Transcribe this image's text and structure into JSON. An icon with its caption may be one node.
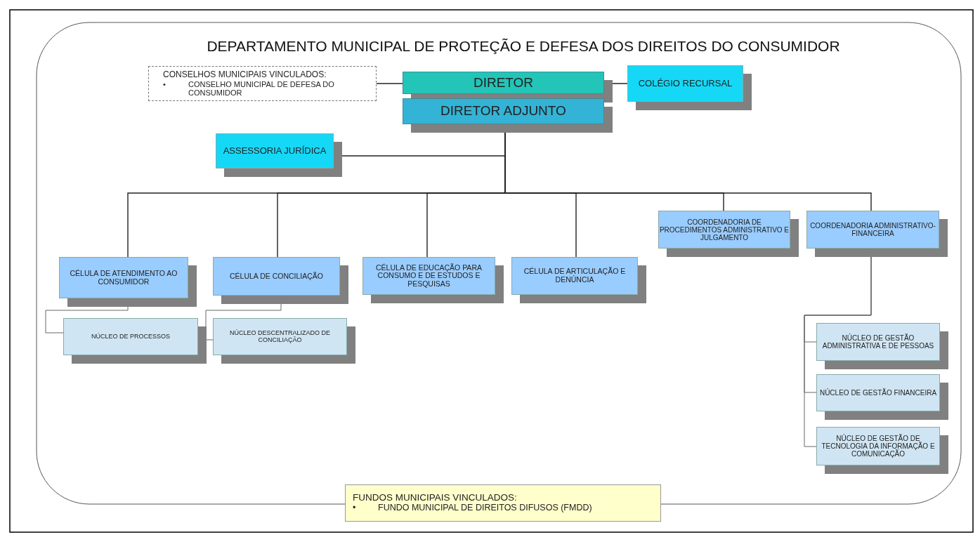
{
  "diagram": {
    "title": "DEPARTAMENTO MUNICIPAL DE PROTEÇÃO E DEFESA DOS DIREITOS DO CONSUMIDOR",
    "nodes": [
      {
        "text": [
          "CONSELHOS MUNICIPAIS VINCULADOS:",
          "•",
          "CONSELHO MUNICIPAL DE DEFESA DO CONSUMIDOR"
        ]
      },
      {
        "text": [
          "DIRETOR"
        ]
      },
      {
        "text": [
          "DIRETOR ADJUNTO"
        ]
      },
      {
        "text": [
          "COLÉGIO RECURSAL"
        ]
      },
      {
        "text": [
          "ASSESSORIA JURÍDICA"
        ]
      },
      {
        "text": [
          "CÉLULA DE ATENDIMENTO AO CONSUMIDOR"
        ]
      },
      {
        "text": [
          "NÚCLEO DE PROCESSOS"
        ]
      },
      {
        "text": [
          "CÉLULA DE CONCILIAÇÃO"
        ]
      },
      {
        "text": [
          "NÚCLEO DESCENTRALIZADO DE CONCILIAÇÃO"
        ]
      },
      {
        "text": [
          "CÉLULA DE EDUCAÇÃO PARA CONSUMO E DE ESTUDOS E PESQUISAS"
        ]
      },
      {
        "text": [
          "CÉLULA DE ARTICULAÇÃO E DENÚNCIA"
        ]
      },
      {
        "text": [
          "COORDENADORIA DE PROCEDIMENTOS ADMINISTRATIVO E JULGAMENTO"
        ]
      },
      {
        "text": [
          "COORDENADORIA ADMINISTRATIVO-FINANCEIRA"
        ]
      },
      {
        "text": [
          "NÚCLEO DE GESTÃO ADMINISTRATIVA E DE PESSOAS"
        ]
      },
      {
        "text": [
          "NÚCLEO DE GESTÃO FINANCEIRA"
        ]
      },
      {
        "text": [
          "NÚCLEO DE GESTÃO DE TECNOLOGIA DA INFORMAÇÃO E COMUNICAÇÃO"
        ]
      },
      {
        "text": [
          "FUNDOS MUNICIPAIS VINCULADOS:",
          "•",
          "FUNDO MUNICIPAL DE DIREITOS DIFUSOS (FMDD)"
        ]
      }
    ],
    "edges": [
      {
        "from": 0,
        "to": 1,
        "arrow": "none"
      },
      {
        "from": 1,
        "to": 3,
        "arrow": "none"
      },
      {
        "from": 2,
        "to": 4,
        "arrow": "none"
      },
      {
        "from": 2,
        "to": 5,
        "arrow": "none"
      },
      {
        "from": 2,
        "to": 7,
        "arrow": "none"
      },
      {
        "from": 2,
        "to": 9,
        "arrow": "none"
      },
      {
        "from": 2,
        "to": 10,
        "arrow": "none"
      },
      {
        "from": 2,
        "to": 11,
        "arrow": "none"
      },
      {
        "from": 2,
        "to": 12,
        "arrow": "none"
      },
      {
        "from": 5,
        "to": 6,
        "arrow": "none"
      },
      {
        "from": 7,
        "to": 8,
        "arrow": "none"
      },
      {
        "from": 12,
        "to": 13,
        "arrow": "none"
      },
      {
        "from": 12,
        "to": 14,
        "arrow": "none"
      },
      {
        "from": 12,
        "to": 15,
        "arrow": "none"
      }
    ]
  }
}
